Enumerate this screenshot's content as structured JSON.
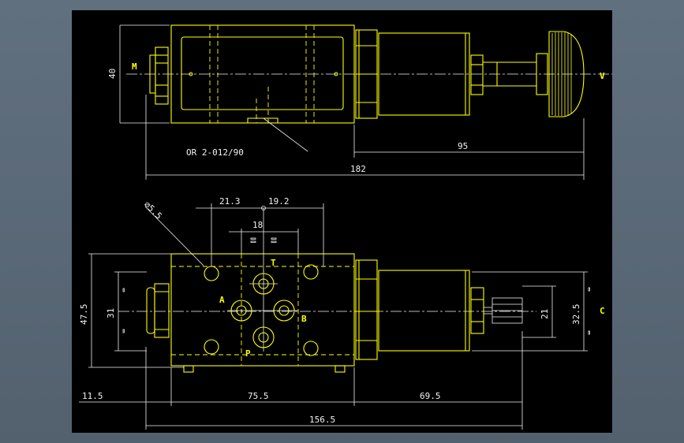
{
  "labels": {
    "port_m": "M",
    "port_v": "V",
    "port_c": "C",
    "port_t": "T",
    "port_a": "A",
    "port_b": "B",
    "port_p": "P",
    "oring": "OR 2-012/90"
  },
  "dims": {
    "d40": "40",
    "d95": "95",
    "d182": "182",
    "d21_3": "21.3",
    "d19_2": "19.2",
    "d18": "18",
    "dia5_5": "⌀5.5",
    "d47_5": "47.5",
    "d31": "31",
    "d21": "21",
    "d32_5": "32.5",
    "d11_5": "11.5",
    "d75_5": "75.5",
    "d69_5": "69.5",
    "d156_5": "156.5"
  }
}
